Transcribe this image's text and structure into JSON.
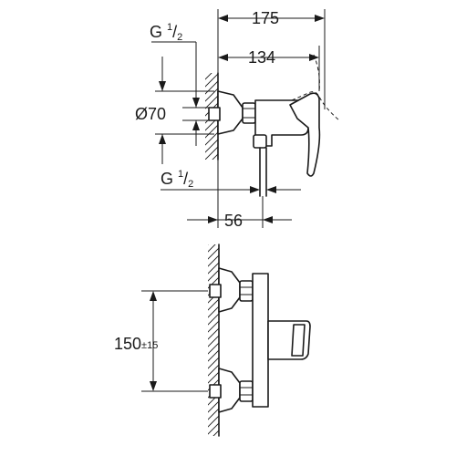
{
  "dimensions": {
    "overall_width": "175",
    "body_width": "134",
    "outlet_offset": "56",
    "flange_diameter": "Ø70",
    "inlet_thread_top": {
      "prefix": "G ",
      "num": "1",
      "slash": "/",
      "den": "2"
    },
    "outlet_thread": {
      "prefix": "G ",
      "num": "1",
      "slash": "/",
      "den": "2"
    },
    "inlet_spacing": {
      "base": "150",
      "tol": "±15"
    }
  }
}
